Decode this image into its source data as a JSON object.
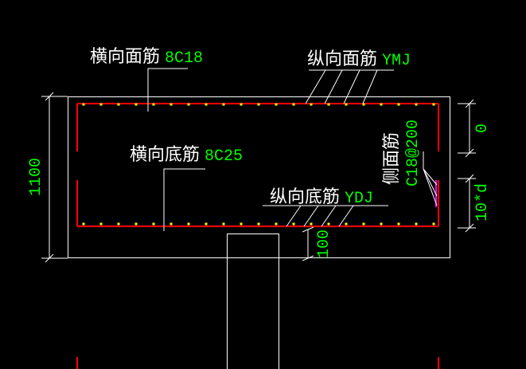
{
  "labels": {
    "top_transverse_name": "横向面筋",
    "top_transverse_value": "8C18",
    "top_longitudinal_name": "纵向面筋",
    "top_longitudinal_value": "YMJ",
    "bottom_transverse_name": "横向底筋",
    "bottom_transverse_value": "8C25",
    "bottom_longitudinal_name": "纵向底筋",
    "bottom_longitudinal_value": "YDJ",
    "side_name": "侧面筋",
    "side_value": "C18@200"
  },
  "dimensions": {
    "height": "1100",
    "top_cover": "0",
    "side_zone": "10*d",
    "bottom_cover": "100"
  },
  "colors": {
    "background": "#000000",
    "outline": "#ffffff",
    "rebar": "#ff0000",
    "bar_dot": "#ffff00",
    "side_bar": "#ff00ff",
    "text_name": "#ffffff",
    "text_value": "#00ff00",
    "dimension_text": "#00ff00"
  }
}
